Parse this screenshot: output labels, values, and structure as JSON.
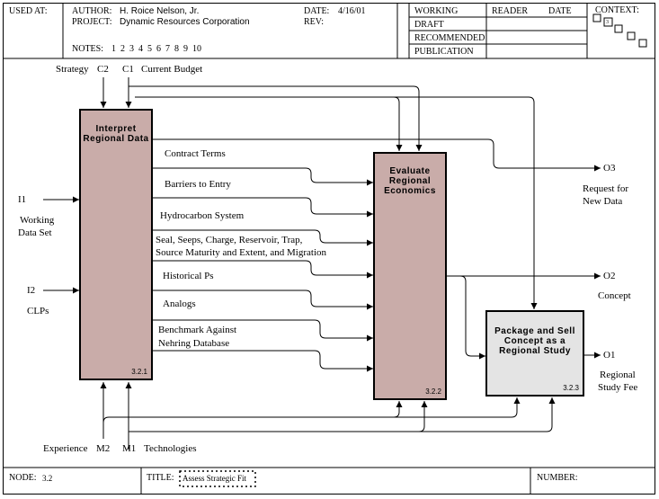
{
  "header": {
    "used_at_label": "USED AT:",
    "author_label": "AUTHOR:",
    "author_value": "H. Roice Nelson, Jr.",
    "project_label": "PROJECT:",
    "project_value": "Dynamic Resources Corporation",
    "notes_label": "NOTES:",
    "notes_numbers": "1  2  3  4  5  6  7  8  9  10",
    "date_label": "DATE:",
    "date_value": "4/16/01",
    "rev_label": "REV:",
    "status": [
      "WORKING",
      "DRAFT",
      "RECOMMENDED",
      "PUBLICATION"
    ],
    "reader_label": "READER",
    "reader_date_label": "DATE",
    "context_label": "CONTEXT:",
    "context_marker": "3"
  },
  "footer": {
    "node_label": "NODE:",
    "node_value": "3.2",
    "title_label": "TITLE:",
    "title_value": "Assess Strategic Fit",
    "number_label": "NUMBER:"
  },
  "boxes": [
    {
      "title": "Interpret Regional Data",
      "number": "3.2.1",
      "fill": "#c9aca9"
    },
    {
      "title": "Evaluate Regional Economics",
      "number": "3.2.2",
      "fill": "#c9aca9"
    },
    {
      "title": "Package and Sell Concept as a Regional Study",
      "number": "3.2.3",
      "fill": "#e4e4e4"
    }
  ],
  "arrows": {
    "c2_code": "C2",
    "c2_name": "Strategy",
    "c1_code": "C1",
    "c1_name": "Current Budget",
    "i1_code": "I1",
    "i1_name_line1": "Working",
    "i1_name_line2": "Data Set",
    "i2_code": "I2",
    "i2_name": "CLPs",
    "m2_code": "M2",
    "m2_name": "Experience",
    "m1_code": "M1",
    "m1_name": "Technologies",
    "o3_code": "O3",
    "o3_name_line1": "Request for",
    "o3_name_line2": "New Data",
    "o2_code": "O2",
    "o2_name": "Concept",
    "o1_code": "O1",
    "o1_name_line1": "Regional",
    "o1_name_line2": "Study Fee"
  },
  "flows": {
    "contract_terms": "Contract Terms",
    "barriers": "Barriers to Entry",
    "hydrocarbon": "Hydrocarbon System",
    "seal_line1": "Seal, Seeps, Charge, Reservoir, Trap,",
    "seal_line2": "Source Maturity and Extent, and Migration",
    "historical": "Historical Ps",
    "analogs": "Analogs",
    "benchmark_line1": "Benchmark Against",
    "benchmark_line2": "Nehring Database"
  },
  "colors": {
    "activity_fill": "#c9aca9",
    "package_fill": "#e4e4e4",
    "ink": "#000000"
  }
}
